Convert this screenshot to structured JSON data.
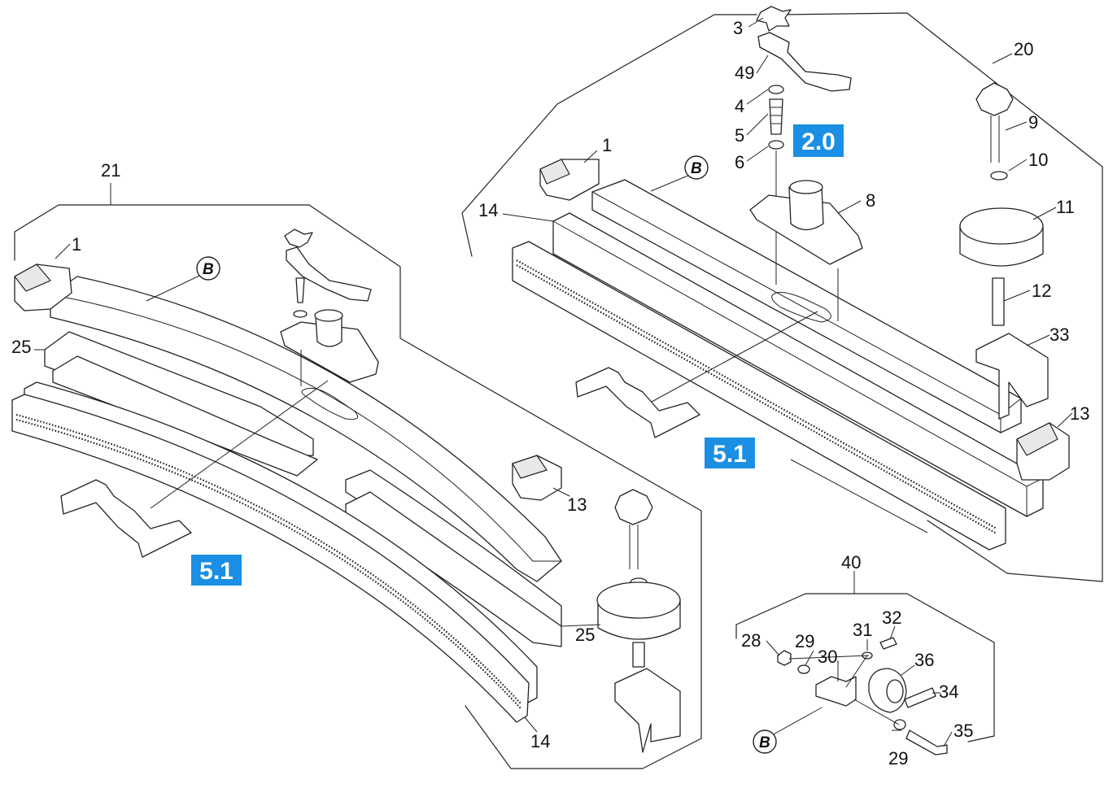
{
  "labels": {
    "n1a": "1",
    "n1b": "1",
    "n3": "3",
    "n4": "4",
    "n5": "5",
    "n6": "6",
    "n8": "8",
    "n9": "9",
    "n10": "10",
    "n11": "11",
    "n12": "12",
    "n13a": "13",
    "n13b": "13",
    "n14a": "14",
    "n14b": "14",
    "n20": "20",
    "n21": "21",
    "n25a": "25",
    "n25b": "25",
    "n28": "28",
    "n29a": "29",
    "n29b": "29",
    "n30": "30",
    "n31": "31",
    "n32": "32",
    "n33": "33",
    "n34": "34",
    "n35": "35",
    "n36": "36",
    "n40": "40",
    "n49": "49"
  },
  "markers": {
    "b1": "B",
    "b2": "B",
    "b3": "B"
  },
  "badges": {
    "right_ref": "2.0",
    "right_51": "5.1",
    "left_51": "5.1"
  },
  "colors": {
    "badge": "#1a8fe3",
    "line": "#222222"
  }
}
